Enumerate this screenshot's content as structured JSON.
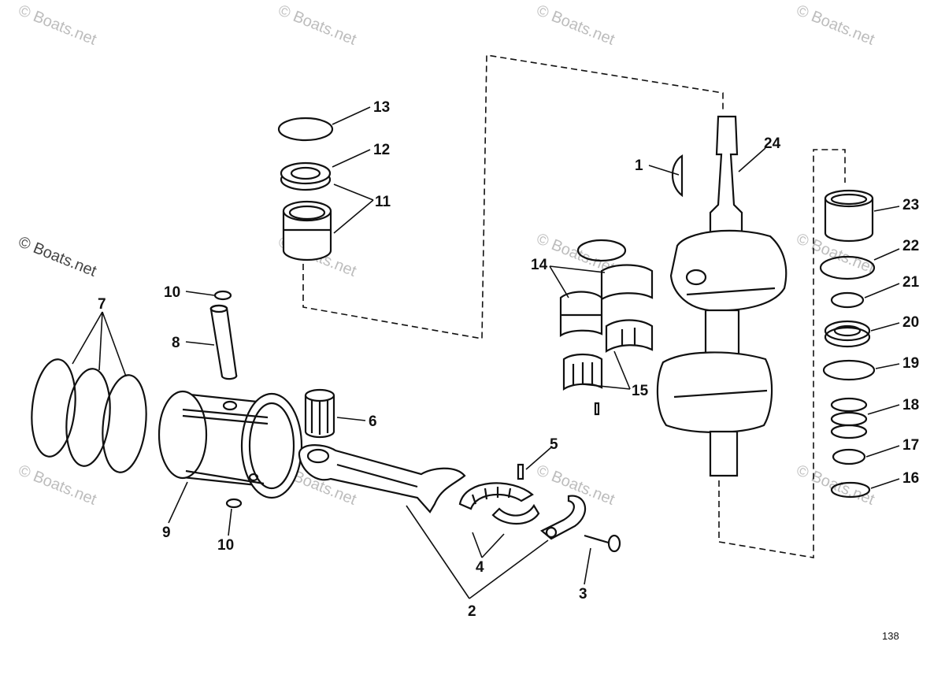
{
  "watermark": "© Boats.net",
  "page_number": "138",
  "callouts": [
    "1",
    "2",
    "3",
    "4",
    "5",
    "6",
    "7",
    "8",
    "9",
    "10",
    "10",
    "11",
    "12",
    "13",
    "14",
    "15",
    "16",
    "17",
    "18",
    "19",
    "20",
    "21",
    "22",
    "23",
    "24"
  ]
}
